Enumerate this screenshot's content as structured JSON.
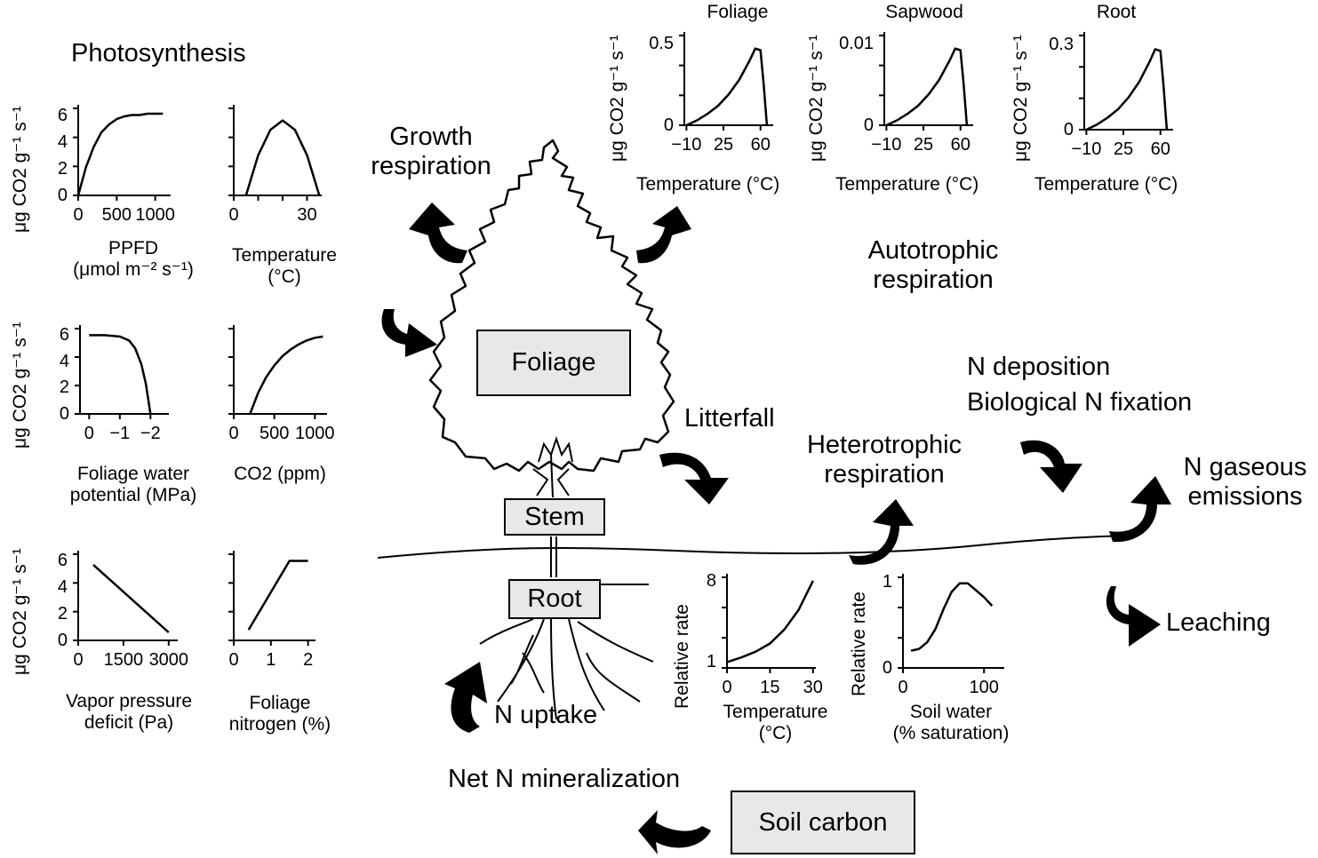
{
  "photosynthesis": {
    "title": "Photosynthesis",
    "ylabel": "μg CO2 g⁻¹ s⁻¹",
    "ppfd": {
      "xlabel": "PPFD",
      "xlabel2": "(μmol m⁻² s⁻¹)"
    },
    "temp": {
      "xlabel": "Temperature",
      "xlabel2": "(°C)"
    },
    "water": {
      "xlabel": "Foliage water",
      "xlabel2": "potential (MPa)"
    },
    "co2": {
      "xlabel": "CO2 (ppm)"
    },
    "vpd": {
      "xlabel": "Vapor pressure",
      "xlabel2": "deficit (Pa)"
    },
    "nitrogen": {
      "xlabel": "Foliage",
      "xlabel2": "nitrogen (%)"
    }
  },
  "respiration": {
    "ylabel": "μg CO2 g⁻¹ s⁻¹",
    "xlabel": "Temperature (°C)",
    "foliage_title": "Foliage",
    "sapwood_title": "Sapwood",
    "root_title": "Root"
  },
  "soil_response": {
    "ylabel": "Relative rate",
    "temp_xlabel": "Temperature",
    "temp_xlabel2": "(°C)",
    "water_xlabel": "Soil water",
    "water_xlabel2": "(% saturation)"
  },
  "diagram": {
    "growth_respiration_1": "Growth",
    "growth_respiration_2": "respiration",
    "autotrophic_1": "Autotrophic",
    "autotrophic_2": "respiration",
    "litterfall": "Litterfall",
    "heterotrophic_1": "Heterotrophic",
    "heterotrophic_2": "respiration",
    "n_deposition": "N deposition",
    "n_fixation": "Biological N fixation",
    "n_gaseous_1": "N gaseous",
    "n_gaseous_2": "emissions",
    "leaching": "Leaching",
    "n_uptake": "N uptake",
    "net_n_mineralization": "Net N mineralization",
    "foliage_box": "Foliage",
    "stem_box": "Stem",
    "root_box": "Root",
    "soil_carbon_box": "Soil carbon"
  },
  "chart_data": [
    {
      "type": "line",
      "id": "ppfd",
      "x": [
        0,
        100,
        200,
        300,
        400,
        500,
        600,
        700,
        800,
        900,
        1000,
        1100
      ],
      "y": [
        0,
        2.1,
        3.6,
        4.7,
        5.3,
        5.7,
        5.9,
        6.0,
        6.0,
        6.1,
        6.1,
        6.1
      ],
      "xticks": [
        0,
        500,
        1000
      ],
      "yticks": [
        0,
        2,
        4,
        6
      ],
      "xlim": [
        0,
        1200
      ],
      "ylim": [
        0,
        6.5
      ]
    },
    {
      "type": "line",
      "id": "temp",
      "x": [
        5,
        10,
        15,
        20,
        25,
        30,
        35
      ],
      "y": [
        0,
        3,
        4.9,
        5.6,
        4.9,
        3,
        0
      ],
      "xticks": [
        0,
        10,
        20,
        30
      ],
      "yticks": [],
      "xlim": [
        0,
        36
      ],
      "ylim": [
        0,
        6.5
      ],
      "xtick_labels": [
        "0",
        "",
        "",
        "30"
      ]
    },
    {
      "type": "line",
      "id": "water",
      "x": [
        0,
        -0.5,
        -1.0,
        -1.3,
        -1.5,
        -1.7,
        -1.85,
        -2.0
      ],
      "y": [
        6,
        6,
        5.9,
        5.6,
        5,
        3.8,
        2.3,
        0
      ],
      "xticks": [
        0,
        -1,
        -2
      ],
      "yticks": [
        0,
        2,
        4,
        6
      ],
      "xlim": [
        0.3,
        -2.6
      ],
      "ylim": [
        0,
        6.5
      ]
    },
    {
      "type": "line",
      "id": "co2",
      "x": [
        200,
        300,
        400,
        500,
        600,
        700,
        800,
        900,
        1000,
        1100
      ],
      "y": [
        0,
        1.6,
        2.8,
        3.7,
        4.4,
        4.9,
        5.3,
        5.6,
        5.8,
        5.9
      ],
      "xticks": [
        0,
        500,
        1000
      ],
      "yticks": [],
      "xlim": [
        0,
        1150
      ],
      "ylim": [
        0,
        6.5
      ]
    },
    {
      "type": "line",
      "id": "vpd",
      "x": [
        500,
        3000
      ],
      "y": [
        5.7,
        0.6
      ],
      "xticks": [
        0,
        1500,
        3000
      ],
      "yticks": [
        0,
        2,
        4,
        6
      ],
      "xlim": [
        0,
        3300
      ],
      "ylim": [
        0,
        6.5
      ]
    },
    {
      "type": "line",
      "id": "nitrogen",
      "x": [
        0.4,
        1.5,
        2.0
      ],
      "y": [
        0.8,
        6,
        6
      ],
      "xticks": [
        0,
        1,
        2
      ],
      "yticks": [],
      "xlim": [
        0,
        2.2
      ],
      "ylim": [
        0,
        6.5
      ]
    },
    {
      "type": "line",
      "id": "resp_foliage",
      "title": "Foliage",
      "x": [
        -10,
        0,
        10,
        20,
        30,
        40,
        50,
        55,
        60,
        63,
        66
      ],
      "y": [
        0,
        0.03,
        0.07,
        0.12,
        0.19,
        0.28,
        0.4,
        0.47,
        0.46,
        0.25,
        0
      ],
      "xticks": [
        -10,
        25,
        60
      ],
      "yticks": [
        0,
        0.5
      ],
      "xlim": [
        -12,
        72
      ],
      "ylim": [
        0,
        0.55
      ]
    },
    {
      "type": "line",
      "id": "resp_sapwood",
      "title": "Sapwood",
      "x": [
        -10,
        0,
        10,
        20,
        30,
        40,
        50,
        55,
        60,
        63,
        66
      ],
      "y": [
        0,
        0.0006,
        0.0014,
        0.0024,
        0.0038,
        0.0056,
        0.008,
        0.0094,
        0.0092,
        0.005,
        0
      ],
      "xticks": [
        -10,
        25,
        60
      ],
      "yticks": [
        0,
        0.01
      ],
      "xlim": [
        -12,
        72
      ],
      "ylim": [
        0,
        0.011
      ]
    },
    {
      "type": "line",
      "id": "resp_root",
      "title": "Root",
      "x": [
        -10,
        0,
        10,
        20,
        30,
        40,
        50,
        55,
        60,
        63,
        66
      ],
      "y": [
        0,
        0.018,
        0.042,
        0.072,
        0.114,
        0.168,
        0.24,
        0.282,
        0.276,
        0.15,
        0
      ],
      "xticks": [
        -10,
        25,
        60
      ],
      "yticks": [
        0,
        0.3
      ],
      "xlim": [
        -12,
        72
      ],
      "ylim": [
        0,
        0.33
      ]
    },
    {
      "type": "line",
      "id": "soil_temp",
      "x": [
        0,
        5,
        10,
        15,
        20,
        25,
        30
      ],
      "y": [
        1,
        1.4,
        1.9,
        2.6,
        3.8,
        5.5,
        8
      ],
      "xticks": [
        0,
        15,
        30
      ],
      "yticks": [
        1,
        8
      ],
      "xlim": [
        0,
        31
      ],
      "ylim": [
        0.5,
        8.3
      ]
    },
    {
      "type": "line",
      "id": "soil_water",
      "x": [
        10,
        20,
        30,
        40,
        50,
        60,
        70,
        80,
        90,
        100,
        110
      ],
      "y": [
        0.2,
        0.22,
        0.3,
        0.45,
        0.68,
        0.88,
        0.98,
        0.98,
        0.9,
        0.82,
        0.72
      ],
      "xticks": [
        0,
        100
      ],
      "yticks": [
        0,
        1
      ],
      "xlim": [
        0,
        125
      ],
      "ylim": [
        0,
        1.05
      ]
    }
  ]
}
